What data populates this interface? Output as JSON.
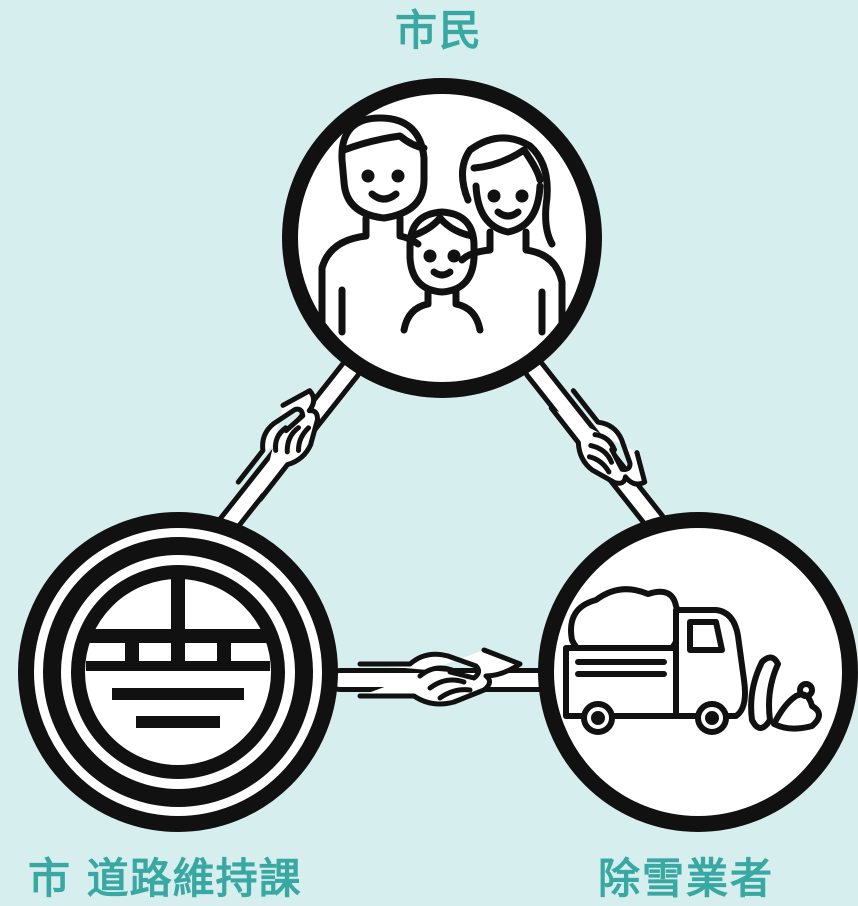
{
  "nodes": {
    "citizens": {
      "label": "市民",
      "icon": "family-icon"
    },
    "city": {
      "label": "市 道路維持課",
      "icon": "city-emblem-icon"
    },
    "contractor": {
      "label": "除雪業者",
      "icon": "snowplow-truck-icon"
    }
  },
  "links": [
    {
      "from": "citizens",
      "to": "city",
      "icon": "handshake-icon"
    },
    {
      "from": "citizens",
      "to": "contractor",
      "icon": "handshake-icon"
    },
    {
      "from": "city",
      "to": "contractor",
      "icon": "handshake-icon"
    }
  ],
  "colors": {
    "background": "#d6eeed",
    "label": "#3aa8a2",
    "line": "#111111",
    "circle_fill": "#ffffff"
  }
}
